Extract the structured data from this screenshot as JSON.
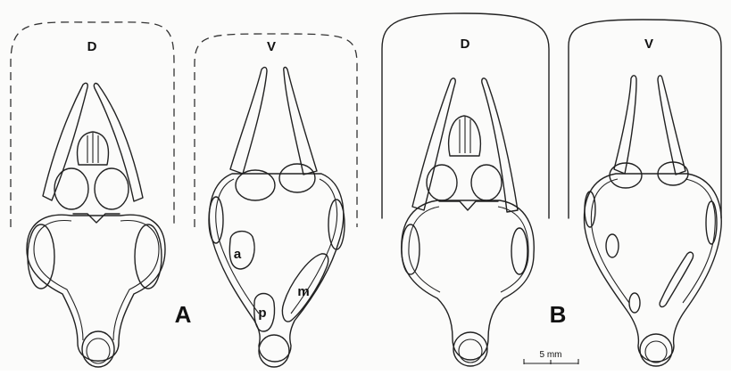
{
  "figure": {
    "panel_a": {
      "label": "A",
      "dorsal_label": "D",
      "ventral_label": "V",
      "region_labels": {
        "a": "a",
        "p": "p",
        "m": "m"
      }
    },
    "panel_b": {
      "label": "B",
      "dorsal_label": "D",
      "ventral_label": "V"
    },
    "scale_bar": {
      "label": "5 mm"
    }
  }
}
